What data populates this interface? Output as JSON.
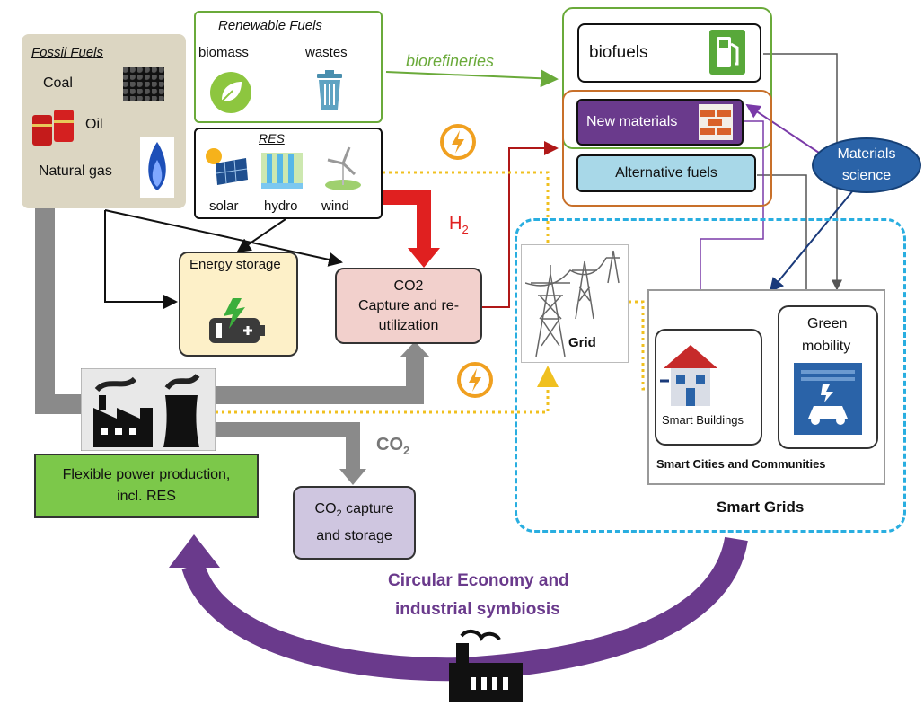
{
  "fossil": {
    "title": "Fossil Fuels",
    "coal": "Coal",
    "oil": "Oil",
    "gas": "Natural gas"
  },
  "renewable": {
    "title": "Renewable Fuels",
    "biomass": "biomass",
    "wastes": "wastes"
  },
  "res": {
    "title": "RES",
    "solar": "solar",
    "hydro": "hydro",
    "wind": "wind"
  },
  "biorefineries": "biorefineries",
  "biofuels": "biofuels",
  "new_materials": "New materials",
  "alt_fuels": "Alternative fuels",
  "materials_science": {
    "line1": "Materials",
    "line2": "science"
  },
  "h2": {
    "main": "H",
    "sub": "2"
  },
  "energy_storage": "Energy storage",
  "co2_capture_reuse": {
    "line1": "CO2",
    "line2": "Capture and re-",
    "line3": "utilization"
  },
  "grid": "Grid",
  "smart_buildings": "Smart Buildings",
  "green_mobility": {
    "line1": "Green",
    "line2": "mobility"
  },
  "smart_cities": "Smart Cities and Communities",
  "smart_grids": "Smart Grids",
  "power": {
    "line1": "Flexible power production,",
    "line2": "incl. RES"
  },
  "co2_arrow_label": {
    "main": "CO",
    "sub": "2"
  },
  "co2_storage": {
    "line1a": "CO",
    "line1sub": "2",
    "line1b": " capture",
    "line2": "and storage"
  },
  "circular": {
    "line1": "Circular Economy and",
    "line2": "industrial symbiosis"
  },
  "colors": {
    "green": "#6aaa3a",
    "purple": "#6a3a8c",
    "blue_dash": "#29aee0",
    "orange": "#c8702a",
    "yellow_dot": "#f0c020",
    "red": "#e02020",
    "grey_arrow": "#8a8a8a"
  }
}
